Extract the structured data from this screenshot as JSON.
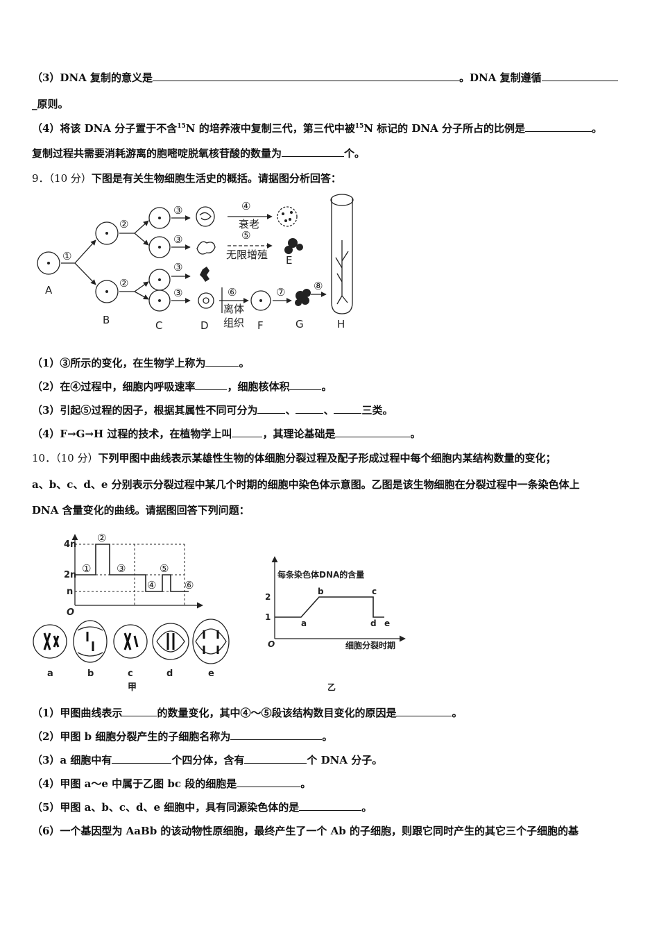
{
  "q8": {
    "p3a": "（3）DNA 复制的意义是",
    "p3b": "。DNA 复制遵循",
    "p3c": "_原则。",
    "p4a": "（4）将该 DNA 分子置于不含",
    "p4sup1": "15",
    "p4b": "N 的培养液中复制三代，第三代中被",
    "p4sup2": "15",
    "p4c": "N 标记的 DNA 分子所占的比例是",
    "p4d": "。",
    "p5a": "复制过程共需要消耗游离的胞嘧啶脱氧核苷酸的数量为",
    "p5b": "个。"
  },
  "q9": {
    "number": "9．",
    "score": "（10 分）",
    "stem": "下图是有关生物细胞生活史的概括。请据图分析回答：",
    "figure": {
      "labels": [
        "A",
        "B",
        "C",
        "D",
        "E",
        "F",
        "G",
        "H"
      ],
      "steps": [
        "①",
        "②",
        "②",
        "③",
        "③",
        "③",
        "③",
        "④",
        "⑤",
        "⑥",
        "⑦",
        "⑧"
      ],
      "aging": "衰老",
      "proliferation": "无限增殖",
      "isolated1": "离体",
      "isolated2": "组织"
    },
    "s1a": "（1）③所示的变化，在生物学上称为",
    "s1b": "。",
    "s2a": "（2）在④过程中，细胞内呼吸速率",
    "s2b": "，细胞核体积",
    "s2c": "。",
    "s3a": "（3）引起⑤过程的因子，根据其属性不同可分为",
    "s3b": "、",
    "s3c": "、",
    "s3d": "三类。",
    "s4a": "（4）F→G→H 过程的技术，在植物学上叫",
    "s4b": "，其理论基础是",
    "s4c": "。"
  },
  "q10": {
    "number": "10．",
    "score": "（10 分）",
    "stem1": "下列甲图中曲线表示某雄性生物的体细胞分裂过程及配子形成过程中每个细胞内某结构数量的变化；",
    "stem2": "a、b、c、d、e 分别表示分裂过程中某几个时期的细胞中染色体示意图。乙图是该生物细胞在分裂过程中一条染色体上",
    "stem3": "DNA 含量变化的曲线。请据图回答下列问题：",
    "fig_jia": {
      "ticks": [
        "4n",
        "2n",
        "n",
        "O"
      ],
      "segments": [
        "①",
        "②",
        "③",
        "④",
        "⑤",
        "⑥"
      ],
      "cells": [
        "a",
        "b",
        "c",
        "d",
        "e"
      ],
      "caption": "甲"
    },
    "fig_yi": {
      "ylabel": "每条染色体DNA的含量",
      "xlabel": "细胞分裂时期",
      "ticks": [
        "2",
        "1",
        "O"
      ],
      "points": [
        "a",
        "b",
        "c",
        "d",
        "e"
      ],
      "caption": "乙"
    },
    "s1a": "（1）甲图曲线表示",
    "s1b": "的数量变化，其中④～⑤段该结构数目变化的原因是",
    "s1c": "。",
    "s2a": "（2）甲图 b 细胞分裂产生的子细胞名称为",
    "s2b": "。",
    "s3a": "（3）a 细胞中有",
    "s3b": "个四分体，含有",
    "s3c": "个 DNA 分子。",
    "s4a": "（4）甲图 a～e 中属于乙图 bc 段的细胞是",
    "s4b": "。",
    "s5a": "（5）甲图 a、b、c、d、e 细胞中，具有同源染色体的是",
    "s5b": "。",
    "s6": "（6）一个基因型为 AaBb 的该动物性原细胞，最终产生了一个 Ab 的子细胞，则跟它同时产生的其它三个子细胞的基"
  }
}
